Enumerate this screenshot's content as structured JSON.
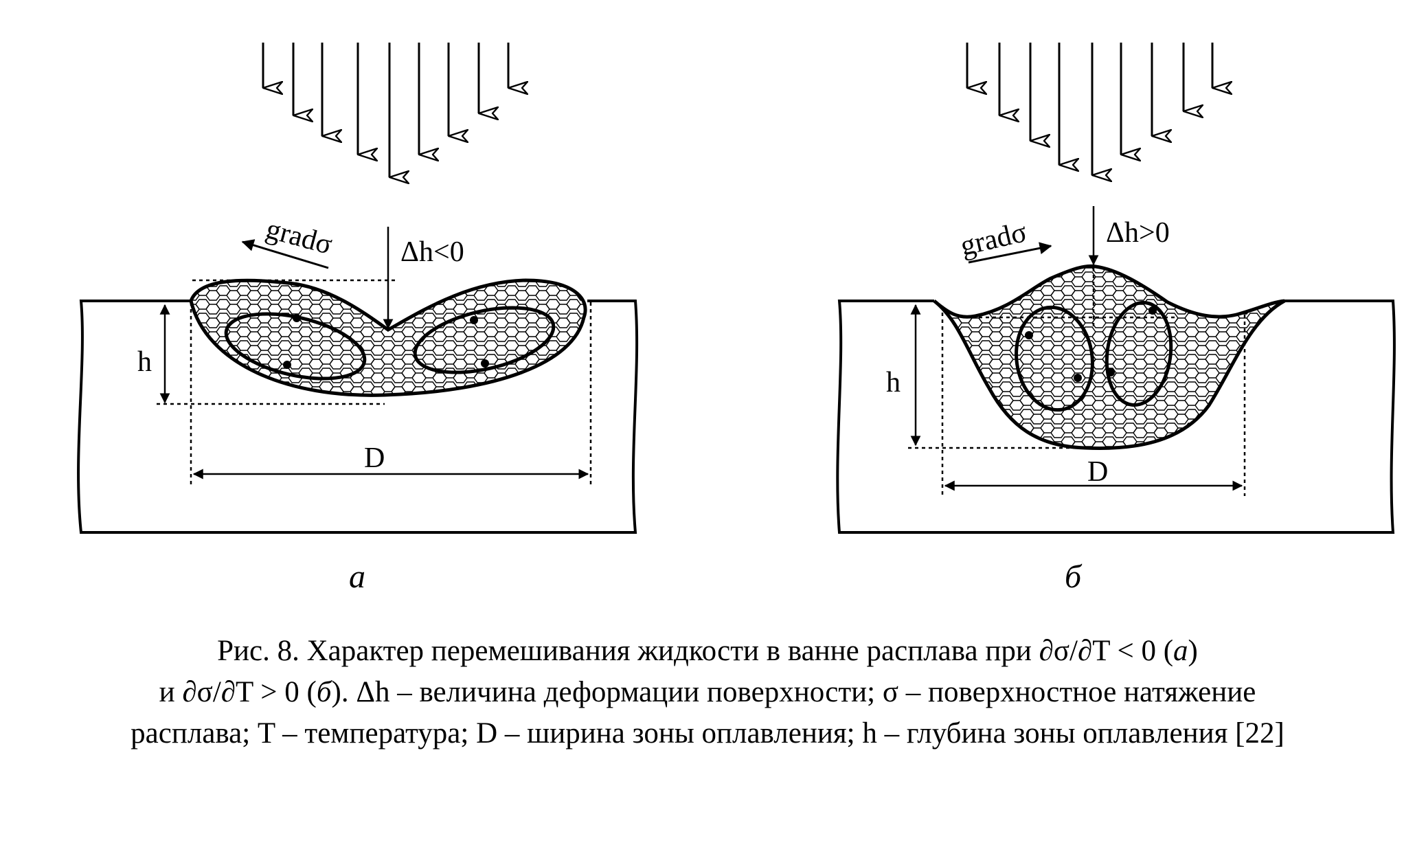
{
  "panel_a": {
    "grad_label": "gradσ",
    "delta_label": "Δh<0",
    "depth_label": "h",
    "width_label": "D",
    "letter": "а"
  },
  "panel_b": {
    "grad_label": "gradσ",
    "delta_label": "Δh>0",
    "depth_label": "h",
    "width_label": "D",
    "letter": "б"
  },
  "caption": {
    "line1_text": "Рис. 8. Характер перемешивания жидкости в ванне расплава при",
    "line1_formula": "∂σ/∂T < 0",
    "line1_tag_open": "(",
    "line1_tag": "а",
    "line1_tag_close": ")",
    "line2_start": "и",
    "line2_formula": "∂σ/∂T > 0",
    "line2_tag_open": "(",
    "line2_tag": "б",
    "line2_rest": "). Δh – величина деформации поверхности; σ – поверхностное натяжение",
    "line3": "расплава; T – температура; D – ширина зоны оплавления; h – глубина зоны оплавления [22]"
  },
  "colors": {
    "ink": "#000000",
    "mesh": "#000000",
    "background": "#ffffff"
  }
}
